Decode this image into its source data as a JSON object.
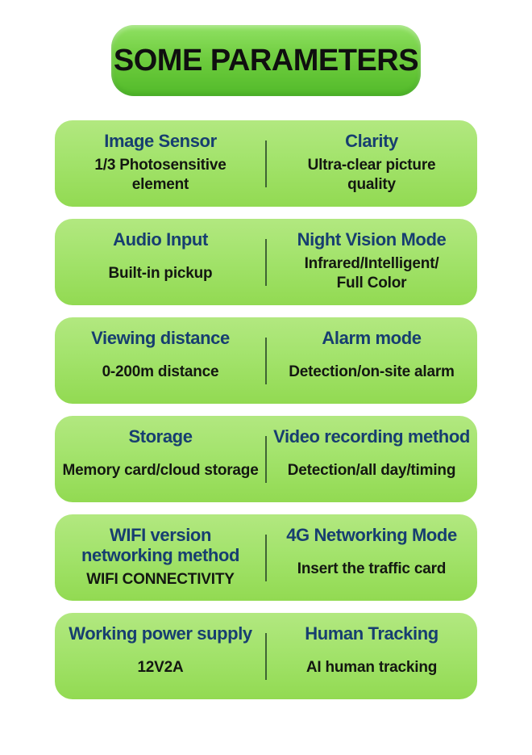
{
  "header": {
    "title": "SOME PARAMETERS"
  },
  "colors": {
    "page_background": "#ffffff",
    "header_green_top": "#90e163",
    "header_green_bottom": "#52ba2a",
    "card_green_top": "#b2e880",
    "card_green_bottom": "#92da52",
    "title_blue": "#173e70",
    "value_dark": "#131711",
    "divider_dark": "#2e4f2a",
    "header_text": "#0f0f0f"
  },
  "cards": [
    {
      "left": {
        "title": "Image Sensor",
        "value": "1/3 Photosensitive\nelement"
      },
      "right": {
        "title": "Clarity",
        "value": "Ultra-clear picture\nquality"
      }
    },
    {
      "left": {
        "title": "Audio Input",
        "value": "Built-in pickup"
      },
      "right": {
        "title": "Night Vision Mode",
        "value": "Infrared/Intelligent/\nFull Color"
      }
    },
    {
      "left": {
        "title": "Viewing distance",
        "value": "0-200m distance"
      },
      "right": {
        "title": "Alarm mode",
        "value": "Detection/on-site alarm"
      }
    },
    {
      "left": {
        "title": "Storage",
        "value": "Memory card/cloud storage"
      },
      "right": {
        "title": "Video recording method",
        "value": "Detection/all day/timing"
      }
    },
    {
      "left": {
        "title": "WIFI version\nnetworking method",
        "value": "WIFI CONNECTIVITY"
      },
      "right": {
        "title": "4G Networking Mode",
        "value": "Insert the traffic card"
      }
    },
    {
      "left": {
        "title": "Working power supply",
        "value": "12V2A"
      },
      "right": {
        "title": "Human Tracking",
        "value": "AI human tracking"
      }
    }
  ]
}
